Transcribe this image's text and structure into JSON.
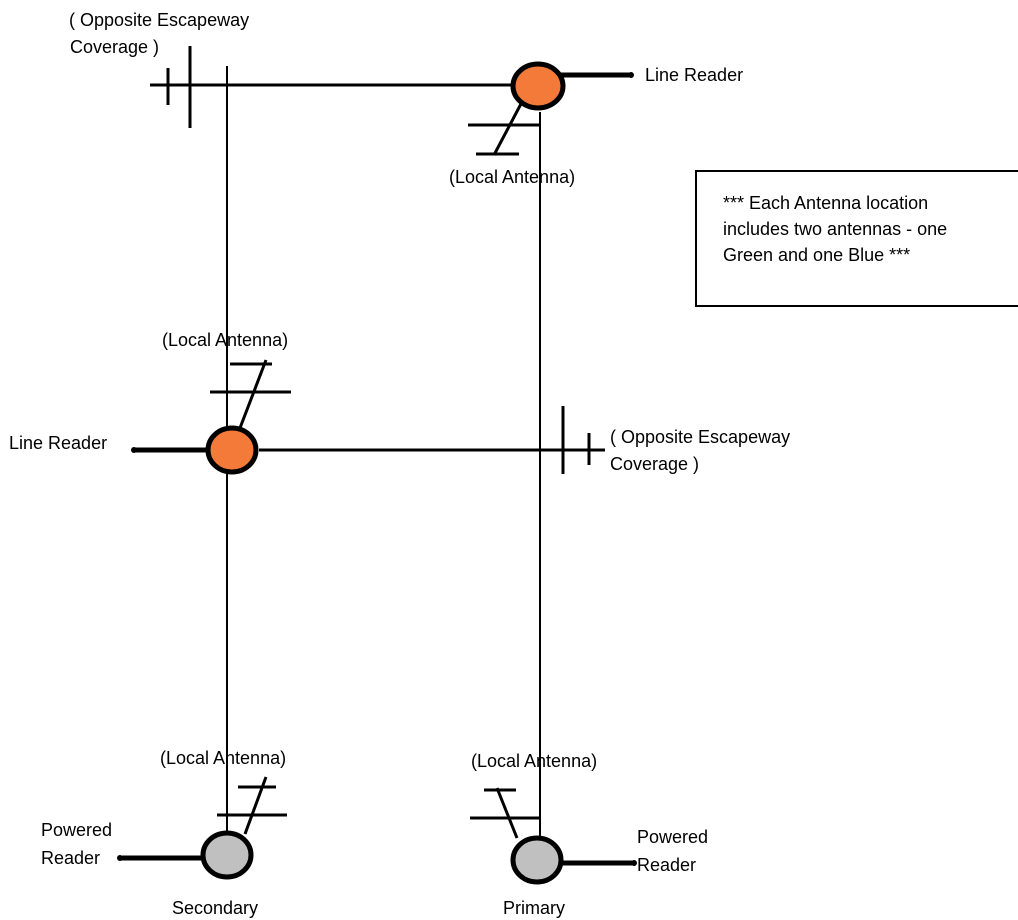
{
  "labels": {
    "top_left_coverage_line1": "( Opposite Escapeway",
    "top_left_coverage_line2": "Coverage )",
    "top_line_reader": "Line Reader",
    "top_local_antenna": "(Local Antenna)",
    "mid_local_antenna": "(Local Antenna)",
    "mid_line_reader": "Line Reader",
    "mid_right_coverage_line1": "( Opposite Escapeway",
    "mid_right_coverage_line2": "Coverage )",
    "bottom_left_local_antenna": "(Local Antenna)",
    "bottom_right_local_antenna": "(Local Antenna)",
    "left_powered_reader_line1": "Powered",
    "left_powered_reader_line2": "Reader",
    "right_powered_reader_line1": "Powered",
    "right_powered_reader_line2": "Reader",
    "secondary": "Secondary",
    "primary": "Primary"
  },
  "note": {
    "line1": "*** Each Antenna location",
    "line2": "includes two antennas - one",
    "line3": "Green and one Blue ***"
  },
  "colors": {
    "line_reader_fill": "#F47A3A",
    "powered_reader_fill": "#C0C0C0",
    "stroke": "#000000",
    "background": "#FFFFFF"
  }
}
